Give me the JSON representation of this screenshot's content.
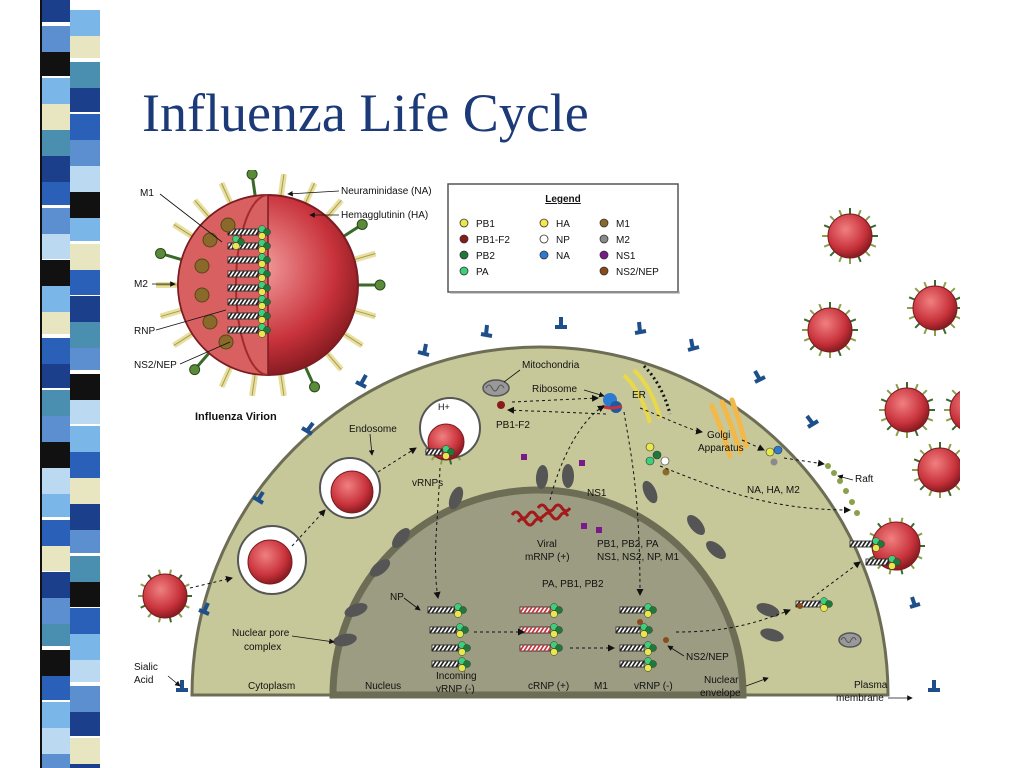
{
  "slide": {
    "title": "Influenza Life Cycle"
  },
  "colors": {
    "title": "#1c3a78",
    "cytoplasm": "#c7c89a",
    "nucleus": "#9c9c82",
    "virus": "#c8323b",
    "stripe_palette": [
      "#1b3f8a",
      "#5b8fcf",
      "#7ab7e8",
      "#111111",
      "#e8e6c0",
      "#4a8fb0",
      "#2a60b8",
      "#bcd9f2"
    ]
  },
  "legend": {
    "title": "Legend",
    "items": [
      {
        "label": "PB1",
        "color": "#e8e84a"
      },
      {
        "label": "PB1-F2",
        "color": "#8b1a1a"
      },
      {
        "label": "PB2",
        "color": "#1f7a3a"
      },
      {
        "label": "PA",
        "color": "#3ecf7a"
      },
      {
        "label": "HA",
        "color": "#f2e84a"
      },
      {
        "label": "NP",
        "color": "#ffffff"
      },
      {
        "label": "NA",
        "color": "#2d7bd0"
      },
      {
        "label": "M1",
        "color": "#8a6a2a"
      },
      {
        "label": "M2",
        "color": "#8a8a8a"
      },
      {
        "label": "NS1",
        "color": "#7a1a8a"
      },
      {
        "label": "NS2/NEP",
        "color": "#8a4a1a"
      }
    ]
  },
  "labels": {
    "m1": "M1",
    "neuraminidase": "Neuraminidase (NA)",
    "hemagglutinin": "Hemagglutinin (HA)",
    "m2": "M2",
    "rnp": "RNP",
    "ns2nep": "NS2/NEP",
    "virion": "Influenza Virion",
    "mitochondria": "Mitochondria",
    "ribosome": "Ribosome",
    "er": "ER",
    "pb1f2": "PB1-F2",
    "hplus": "H+",
    "endosome": "Endosome",
    "vrnps": "vRNPs",
    "golgi_1": "Golgi",
    "golgi_2": "Apparatus",
    "na_ha_m2": "NA, HA, M2",
    "raft": "Raft",
    "ns1": "NS1",
    "viral_1": "Viral",
    "viral_2": "mRNP (+)",
    "proteins_1": "PB1, PB2, PA",
    "proteins_2": "NS1, NS2, NP, M1",
    "pa_pb1_pb2": "PA, PB1, PB2",
    "np": "NP",
    "pore_1": "Nuclear pore",
    "pore_2": "complex",
    "sialic_1": "Sialic",
    "sialic_2": "Acid",
    "cytoplasm": "Cytoplasm",
    "nucleus": "Nucleus",
    "incoming_1": "Incoming",
    "incoming_2": "vRNP (-)",
    "crnp": "cRNP (+)",
    "m1_lower": "M1",
    "vrnp": "vRNP (-)",
    "ns2nep_lower": "NS2/NEP",
    "envelope_1": "Nuclear",
    "envelope_2": "envelope",
    "plasma_1": "Plasma",
    "plasma_2": "membrane"
  }
}
